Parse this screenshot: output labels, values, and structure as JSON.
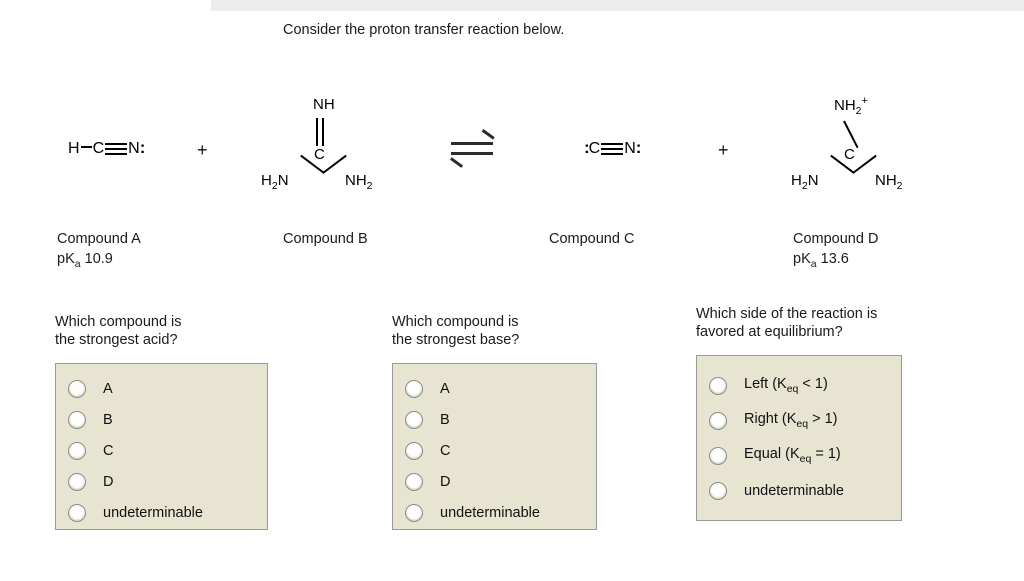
{
  "top_bar": {
    "color": "#ececec"
  },
  "prompt": "Consider the proton transfer reaction below.",
  "reaction": {
    "plus_symbol": "+",
    "equilibrium_arrow": "⇌",
    "compounds": [
      {
        "id": "A",
        "type": "linear",
        "formula_text": "H—C≡N:",
        "atoms": {
          "left": "H",
          "center": "C",
          "right": "N",
          "lone_pair_right": ":"
        },
        "caption": "Compound A",
        "pka_label": "pKa 10.9",
        "pka_value": "10.9",
        "bond_order": "triple"
      },
      {
        "id": "B",
        "type": "guanidine",
        "atoms": {
          "top": "NH",
          "center": "C",
          "lower_left": "H2N",
          "lower_right": "NH2"
        },
        "top_bond": "double",
        "charge": "",
        "caption": "Compound B",
        "pka_label": ""
      },
      {
        "id": "C",
        "type": "linear",
        "formula_text": ":C≡N:",
        "atoms": {
          "lone_pair_left": ":",
          "center": "C",
          "right": "N",
          "lone_pair_right": ":"
        },
        "caption": "Compound C",
        "pka_label": "",
        "bond_order": "triple"
      },
      {
        "id": "D",
        "type": "guanidine",
        "atoms": {
          "top": "NH2",
          "center": "C",
          "lower_left": "H2N",
          "lower_right": "NH2"
        },
        "top_bond": "single",
        "charge": "+",
        "caption": "Compound D",
        "pka_label": "pKa 13.6",
        "pka_value": "13.6"
      }
    ]
  },
  "questions": [
    {
      "id": "strongest-acid",
      "text": "Which compound is\nthe strongest acid?",
      "options": [
        {
          "label": "A",
          "selected": false
        },
        {
          "label": "B",
          "selected": false
        },
        {
          "label": "C",
          "selected": false
        },
        {
          "label": "D",
          "selected": false
        },
        {
          "label": "undeterminable",
          "selected": false
        }
      ]
    },
    {
      "id": "strongest-base",
      "text": "Which compound is\nthe strongest base?",
      "options": [
        {
          "label": "A",
          "selected": false
        },
        {
          "label": "B",
          "selected": false
        },
        {
          "label": "C",
          "selected": false
        },
        {
          "label": "D",
          "selected": false
        },
        {
          "label": "undeterminable",
          "selected": false
        }
      ]
    },
    {
      "id": "favored-side",
      "text": "Which side of the reaction is\nfavored at equilibrium?",
      "options": [
        {
          "label": "Left (Keq < 1)",
          "selected": false
        },
        {
          "label": "Right (Keq > 1)",
          "selected": false
        },
        {
          "label": "Equal (Keq = 1)",
          "selected": false
        },
        {
          "label": "undeterminable",
          "selected": false
        }
      ]
    }
  ],
  "colors": {
    "option_box_background": "#e7e4d2",
    "option_box_border": "#9a9a9a",
    "page_background": "#ffffff",
    "text": "#1a1a1a"
  }
}
